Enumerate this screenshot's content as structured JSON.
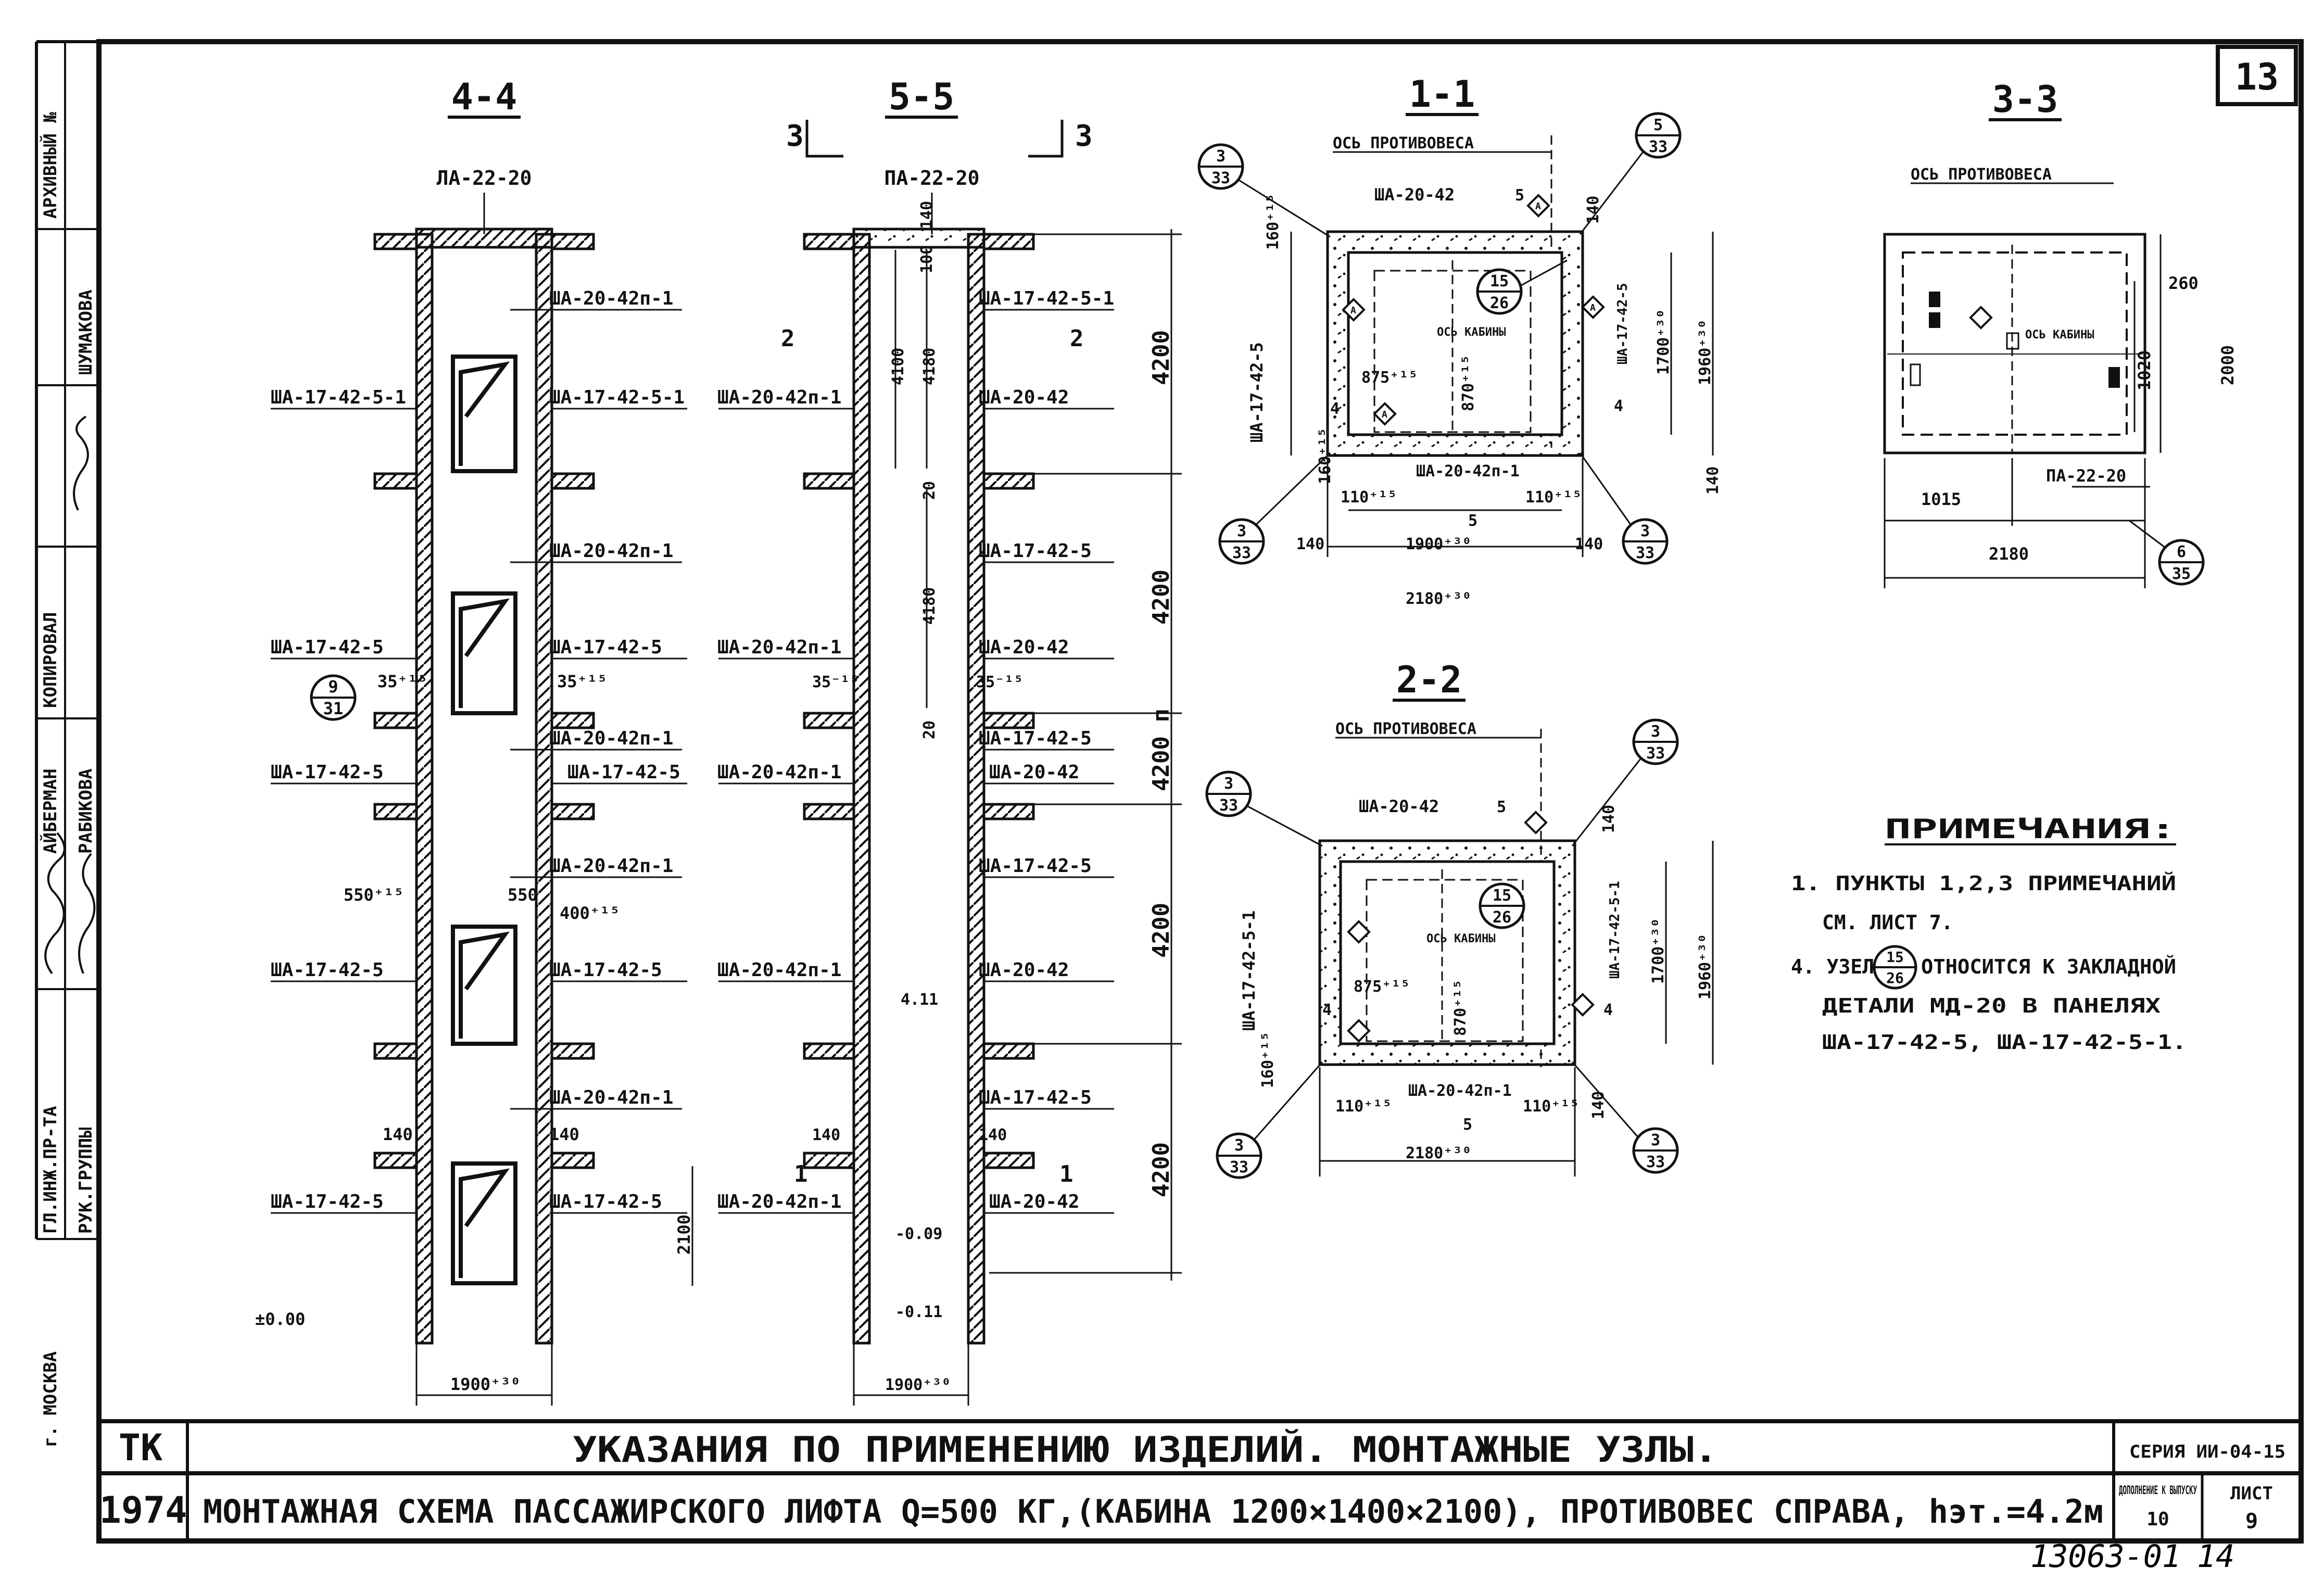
{
  "sheet": {
    "page_number": "13",
    "series": "СЕРИЯ ИИ-04-15",
    "sheet_label": "ЛИСТ",
    "sheet_number": "9",
    "supplement": "ДОПОЛНЕНИЕ К ВЫПУСКУ",
    "supplement_num": "10",
    "year": "1974",
    "org": "ТК",
    "title_line1": "УКАЗАНИЯ ПО ПРИМЕНЕНИЮ ИЗДЕЛИЙ. МОНТАЖНЫЕ УЗЛЫ.",
    "title_line2": "МОНТАЖНАЯ СХЕМА ПАССАЖИРСКОГО ЛИФТА Q=500 КГ,(КАБИНА 1200×1400×2100), ПРОТИВОВЕС СПРАВА, hэт.=4.2м",
    "doc_number": "13063-01",
    "doc_page": "14",
    "city": "г. МОСКВА"
  },
  "side_stamp": {
    "archive": "АРХИВНЫЙ №",
    "names": [
      "ШУМАКОВА",
      "КОПИРОВАЛ",
      "АЙБЕРМАН",
      "РАБИКОВА"
    ],
    "roles": [
      "ГЛ.ИНЖ.ПР-ТА",
      "РУК.ГРУППЫ"
    ]
  },
  "section_4_4": {
    "title": "4-4",
    "top_label": "ЛА-22-20",
    "left_labels": [
      "ША-17-42-5-1",
      "ША-17-42-5",
      "ША-17-42-5",
      "ША-17-42-5",
      "ША-17-42-5"
    ],
    "right_labels": [
      "ША-20-42п-1",
      "ША-17-42-5-1",
      "ША-20-42п-1",
      "ША-17-42-5",
      "ША-20-42п-1",
      "ША-17-42-5",
      "ША-20-42п-1",
      "ША-17-42-5",
      "ША-20-42п-1",
      "ША-17-42-5"
    ],
    "dims": [
      "35⁺¹⁵",
      "35⁺¹⁵",
      "550⁺¹⁵",
      "550",
      "400⁺¹⁵",
      "140",
      "140",
      "2100",
      "±0.00",
      "1900⁺³⁰"
    ],
    "callout_top": "9",
    "callout_bottom": "31"
  },
  "section_5_5": {
    "title": "5-5",
    "cut_left": "3",
    "cut_right": "3",
    "cut_mid_left": "2",
    "cut_mid_right": "2",
    "cut_bottom_left": "1",
    "cut_bottom_right": "1",
    "top_label": "ПА-22-20",
    "left_labels": [
      "ША-20-42п-1",
      "ША-20-42п-1",
      "ША-20-42п-1",
      "ША-20-42п-1",
      "ША-20-42п-1"
    ],
    "right_labels": [
      "ША-17-42-5-1",
      "ША-20-42",
      "ША-17-42-5",
      "ША-20-42",
      "ША-17-42-5",
      "ША-20-42",
      "ША-17-42-5",
      "ША-20-42",
      "ША-17-42-5",
      "ША-20-42"
    ],
    "inner_dims": [
      "140",
      "100",
      "4100",
      "4180",
      "20",
      "4180",
      "20",
      "35⁻¹⁵",
      "35⁻¹⁵"
    ],
    "levels": [
      "4.11",
      "-0.09",
      "-0.11"
    ],
    "bottom_dim": "1900⁺³⁰",
    "floor_heights": [
      "4200",
      "4200",
      "4200 п",
      "4200",
      "4200"
    ],
    "small_dims": [
      "140",
      "140"
    ]
  },
  "section_1_1": {
    "title": "1-1",
    "axis_cw": "ОСЬ ПРОТИВОВЕСА",
    "axis_cab": "ОСЬ КАБИНЫ",
    "top_panel": "ША-20-42",
    "bottom_panel": "ША-20-42п-1",
    "left_panel": "ША-17-42-5",
    "right_panel": "ША-17-42-5",
    "callouts": [
      {
        "t": "3",
        "b": "33"
      },
      {
        "t": "5",
        "b": "33"
      },
      {
        "t": "3",
        "b": "33"
      },
      {
        "t": "3",
        "b": "33"
      },
      {
        "t": "15",
        "b": "26"
      }
    ],
    "dims": [
      "160⁺¹⁵",
      "140",
      "1960⁺³⁰",
      "1700⁺³⁰",
      "875⁺¹⁵",
      "870⁺¹⁵",
      "160⁺¹⁵",
      "110⁺¹⁵",
      "110⁺¹⁵",
      "140",
      "1900⁺³⁰",
      "140",
      "2180⁺³⁰",
      "140",
      "5",
      "5",
      "4",
      "4"
    ],
    "marks": [
      "А",
      "А",
      "А",
      "А"
    ]
  },
  "section_2_2": {
    "title": "2-2",
    "axis_cw": "ОСЬ ПРОТИВОВЕСА",
    "axis_cab": "ОСЬ КАБИНЫ",
    "top_panel": "ША-20-42",
    "bottom_panel": "ША-20-42п-1",
    "left_panel": "ША-17-42-5-1",
    "right_panel": "ША-17-42-5-1",
    "dims": [
      "140",
      "1960⁺³⁰",
      "1700⁺³⁰",
      "875⁺¹⁵",
      "870⁺¹⁵",
      "160⁺¹⁵",
      "110⁺¹⁵",
      "110⁺¹⁵",
      "140",
      "2180⁺³⁰",
      "5",
      "5",
      "4",
      "4"
    ]
  },
  "section_3_3": {
    "title": "3-3",
    "axis_cw": "ОСЬ ПРОТИВОВЕСА",
    "axis_cab": "ОСЬ КАБИНЫ",
    "panel": "ПА-22-20",
    "dims": [
      "260",
      "2000",
      "1020",
      "1015",
      "2180"
    ],
    "callout": {
      "t": "6",
      "b": "35"
    }
  },
  "notes": {
    "heading": "ПРИМЕЧАНИЯ:",
    "item1a": "1. ПУНКТЫ 1,2,3 ПРИМЕЧАНИЙ",
    "item1b": "СМ. ЛИСТ 7.",
    "item4a": "4. УЗЕЛ",
    "item4b": "ОТНОСИТСЯ К ЗАКЛАДНОЙ",
    "item4c": "ДЕТАЛИ МД-20 В ПАНЕЛЯХ",
    "item4d": "ША-17-42-5, ША-17-42-5-1.",
    "callout": {
      "t": "15",
      "b": "26"
    }
  }
}
